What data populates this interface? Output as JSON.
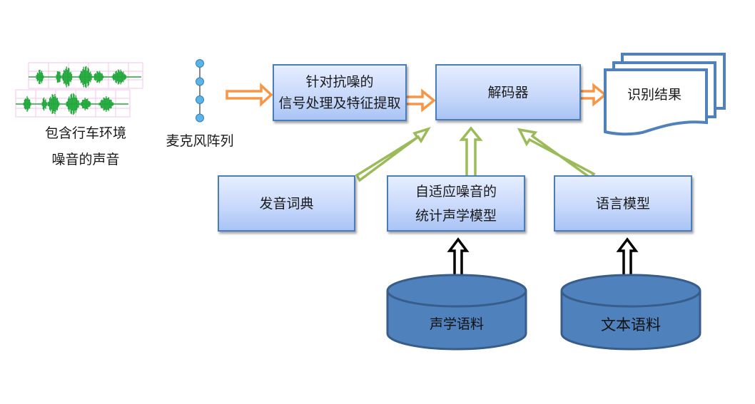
{
  "title": "车载噪声环境语音识别系统框图",
  "input": {
    "icon": "waveform-icon",
    "label_line1": "包含行车环境",
    "label_line2": "噪音的声音",
    "waveform_color": "#22a83c"
  },
  "mic_array": {
    "icon": "microphone-array-icon",
    "label": "麦克风阵列",
    "node_count": 4
  },
  "nodes": {
    "signal_processing": {
      "line1": "针对抗噪的",
      "line2": "信号处理及特征提取"
    },
    "decoder": {
      "label": "解码器"
    },
    "result": {
      "label": "识别结果",
      "icon": "multi-document-icon"
    },
    "lexicon": {
      "label": "发音词典"
    },
    "acoustic_model": {
      "line1": "自适应噪音的",
      "line2": "统计声学模型"
    },
    "language_model": {
      "label": "语言模型"
    },
    "acoustic_corpus": {
      "label": "声学语料",
      "icon": "database-cylinder-icon"
    },
    "text_corpus": {
      "label": "文本语料",
      "icon": "database-cylinder-icon"
    }
  },
  "edges": [
    {
      "from": "mic_array",
      "to": "signal_processing",
      "style": "orange-hollow-arrow"
    },
    {
      "from": "signal_processing",
      "to": "decoder",
      "style": "orange-hollow-arrow"
    },
    {
      "from": "decoder",
      "to": "result",
      "style": "orange-hollow-arrow"
    },
    {
      "from": "lexicon",
      "to": "decoder",
      "style": "green-hollow-arrow"
    },
    {
      "from": "acoustic_model",
      "to": "decoder",
      "style": "green-hollow-arrow"
    },
    {
      "from": "language_model",
      "to": "decoder",
      "style": "green-hollow-arrow"
    },
    {
      "from": "acoustic_corpus",
      "to": "acoustic_model",
      "style": "black-hollow-arrow"
    },
    {
      "from": "text_corpus",
      "to": "language_model",
      "style": "black-hollow-arrow"
    }
  ],
  "colors": {
    "box_border": "#4a7ebb",
    "box_fill_top": "#e6eeff",
    "box_fill_bottom": "#a9c4f5",
    "orange_arrow": "#f79646",
    "green_arrow": "#9bbb59",
    "cylinder_fill": "#4f81bd",
    "cylinder_stroke": "#385d8a",
    "mic_node": "#5bb4e8"
  }
}
